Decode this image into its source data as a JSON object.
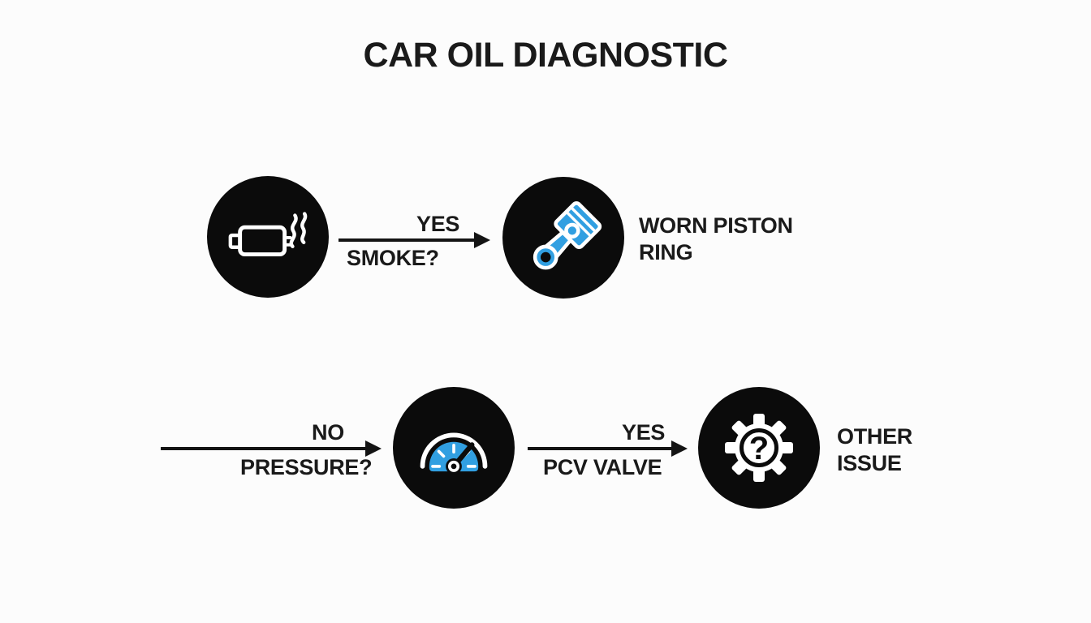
{
  "title": "CAR OIL DIAGNOSTIC",
  "colors": {
    "background": "#fcfcfc",
    "node_black": "#0b0b0b",
    "accent_blue": "#319fe1",
    "icon_white": "#ffffff",
    "text": "#1a1a1a"
  },
  "flow": {
    "nodes": [
      {
        "name": "exhaust-smoke-node",
        "icon": "exhaust-smoke-icon"
      },
      {
        "name": "worn-piston-node",
        "icon": "piston-icon"
      },
      {
        "name": "oil-pressure-gauge-node",
        "icon": "pressure-gauge-icon"
      },
      {
        "name": "other-issue-node",
        "icon": "gear-question-icon"
      }
    ],
    "edges": [
      {
        "name": "smoke-edge",
        "answer": "YES",
        "question": "SMOKE?"
      },
      {
        "name": "pressure-edge",
        "answer": "NO",
        "question": "PRESSURE?"
      },
      {
        "name": "pcv-valve-edge",
        "answer": "YES",
        "question": "PCV VALVE"
      }
    ],
    "outcomes": [
      {
        "name": "worn-piston-ring-label",
        "line1": "WORN PISTON",
        "line2": "RING"
      },
      {
        "name": "other-issue-label",
        "line1": "OTHER",
        "line2": "ISSUE"
      }
    ]
  }
}
